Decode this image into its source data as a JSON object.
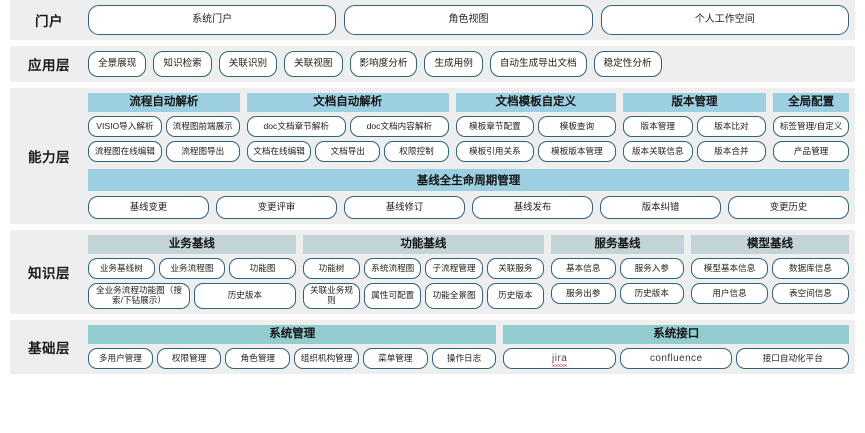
{
  "colors": {
    "band_bg": "#eeeeee",
    "page_bg": "#ffffff",
    "pill_border": "#2e6379",
    "capability_header": "#9ccfe2",
    "knowledge_header": "#c3d4d9",
    "base_header": "#92ccce"
  },
  "layers": [
    {
      "id": "portal",
      "label": "门户",
      "kind": "pills",
      "items": [
        "系统门户",
        "角色视图",
        "个人工作空间"
      ]
    },
    {
      "id": "application",
      "label": "应用层",
      "kind": "pills",
      "items": [
        "全景展现",
        "知识检索",
        "关联识别",
        "关联视图",
        "影响度分析",
        "生成用例",
        "自动生成导出文档",
        "稳定性分析"
      ]
    },
    {
      "id": "capability",
      "label": "能力层",
      "kind": "groups",
      "groups": [
        {
          "title": "流程自动解析",
          "flex": 18,
          "rows": [
            [
              "VISIO导入解析",
              "流程图前端展示"
            ],
            [
              "流程图在线编辑",
              "流程图导出"
            ]
          ]
        },
        {
          "title": "文档自动解析",
          "flex": 24,
          "rows": [
            [
              "doc文档章节解析",
              "doc文档内容解析"
            ],
            [
              "文档在线编辑",
              "文档导出",
              "权限控制"
            ]
          ]
        },
        {
          "title": "文档模板自定义",
          "flex": 19,
          "rows": [
            [
              "模板章节配置",
              "模板查询"
            ],
            [
              "模板引用关系",
              "模板版本管理"
            ]
          ]
        },
        {
          "title": "版本管理",
          "flex": 17,
          "rows": [
            [
              "版本管理",
              "版本比对"
            ],
            [
              "版本关联信息",
              "版本合并"
            ]
          ]
        },
        {
          "title": "全局配置",
          "flex": 9,
          "rows": [
            [
              "标签管理/自定义"
            ],
            [
              "产品管理"
            ]
          ]
        }
      ],
      "band": {
        "title": "基线全生命周期管理",
        "items": [
          "基线变更",
          "变更评审",
          "基线修订",
          "基线发布",
          "版本纠错",
          "变更历史"
        ]
      }
    },
    {
      "id": "knowledge",
      "label": "知识层",
      "kind": "groups",
      "groups": [
        {
          "title": "业务基线",
          "flex": 25,
          "rows": [
            [
              "业务基线树",
              "业务流程图",
              "功能图"
            ],
            [
              "全业务流程功能图（搜索/下钻展示）",
              "历史版本"
            ]
          ]
        },
        {
          "title": "功能基线",
          "flex": 29,
          "rows": [
            [
              "功能树",
              "系统流程图",
              "子流程管理",
              "关联服务"
            ],
            [
              "关联业务规则",
              "属性可配置",
              "功能全景图",
              "历史版本"
            ]
          ]
        },
        {
          "title": "服务基线",
          "flex": 16,
          "rows": [
            [
              "基本信息",
              "服务入参"
            ],
            [
              "服务出参",
              "历史版本"
            ]
          ]
        },
        {
          "title": "模型基线",
          "flex": 19,
          "rows": [
            [
              "模型基本信息",
              "数据库信息"
            ],
            [
              "用户信息",
              "表空间信息"
            ]
          ]
        }
      ]
    },
    {
      "id": "base",
      "label": "基础层",
      "kind": "groups",
      "groups": [
        {
          "title": "系统管理",
          "flex": 52,
          "rows": [
            [
              "多用户管理",
              "权限管理",
              "角色管理",
              "组织机构管理",
              "菜单管理",
              "操作日志"
            ]
          ]
        },
        {
          "title": "系统接口",
          "flex": 44,
          "rows": [
            [
              "jira",
              "confluence",
              "接口自动化平台"
            ]
          ]
        }
      ]
    }
  ]
}
